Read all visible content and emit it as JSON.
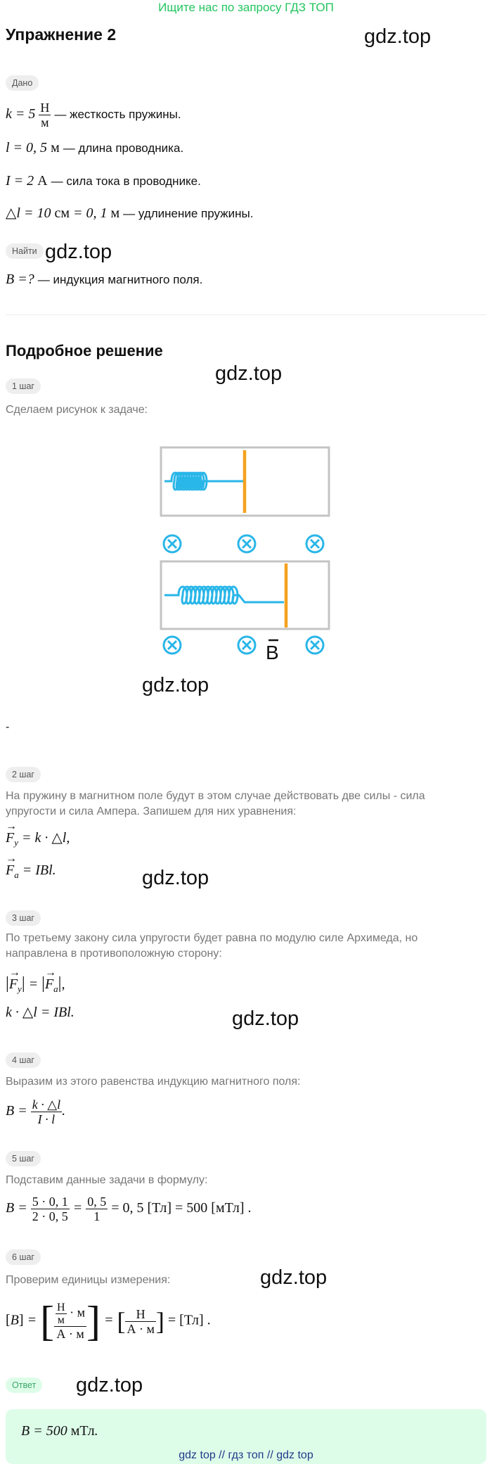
{
  "banner": "Ищите нас по запросу ГДЗ ТОП",
  "title": "Упражнение 2",
  "watermark": "gdz.top",
  "given": {
    "chip": "Дано",
    "k_text": "— жесткость пружины.",
    "l_text": "— длина проводника.",
    "i_text": "— сила тока в проводнике.",
    "dl_text": "— удлинение пружины."
  },
  "find": {
    "chip": "Найти",
    "b_text": "— индукция магнитного поля."
  },
  "solution_title": "Подробное решение",
  "steps": {
    "s1": {
      "chip": "1 шаг",
      "text": "Сделаем рисунок к задаче:"
    },
    "dash": "-",
    "s2": {
      "chip": "2 шаг",
      "text1": "На пружину в магнитном поле будут в этом случае действовать две силы - сила",
      "text2": "упругости и сила Ампера. Запишем для них уравнения:"
    },
    "s3": {
      "chip": "3 шаг",
      "text1": "По третьему закону сила упругости будет равна по модулю силе Архимеда, но",
      "text2": "направлена в противоположную сторону:"
    },
    "s4": {
      "chip": "4 шаг",
      "text": "Выразим из этого равенства индукцию магнитного поля:"
    },
    "s5": {
      "chip": "5 шаг",
      "text": "Подставим данные задачи в формулу:"
    },
    "s6": {
      "chip": "6 шаг",
      "text": "Проверим единицы измерения:"
    }
  },
  "figure": {
    "b_label": "B",
    "cross_count": 6
  },
  "answer": {
    "chip": "Ответ"
  },
  "footer": "gdz top  //  гдз топ  //  gdz top",
  "colors": {
    "spring": "#29b6e8",
    "rod": "#f5a11f",
    "frame": "#c4c4c4",
    "banner": "#22c55e",
    "answer_bg": "#defde9"
  }
}
